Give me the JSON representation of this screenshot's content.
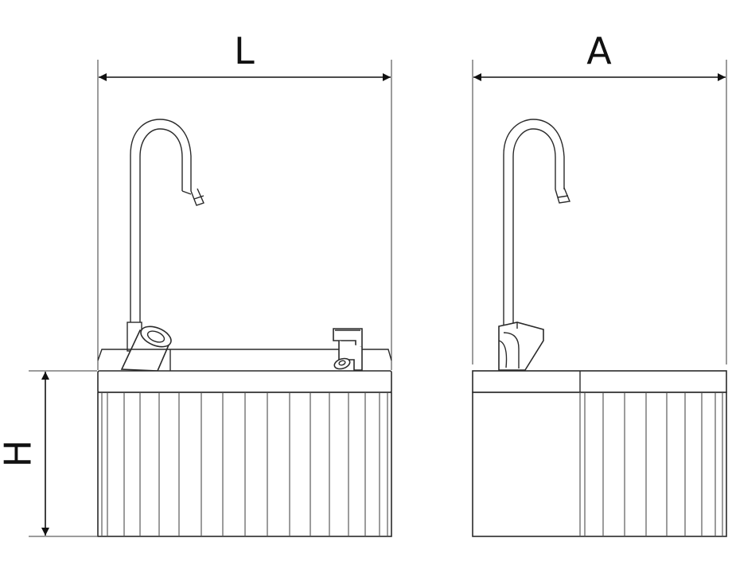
{
  "dimensions": {
    "length_label": "L",
    "depth_label": "A",
    "height_label": "H"
  },
  "colors": {
    "line": "#2a2a2a",
    "background": "#ffffff"
  }
}
